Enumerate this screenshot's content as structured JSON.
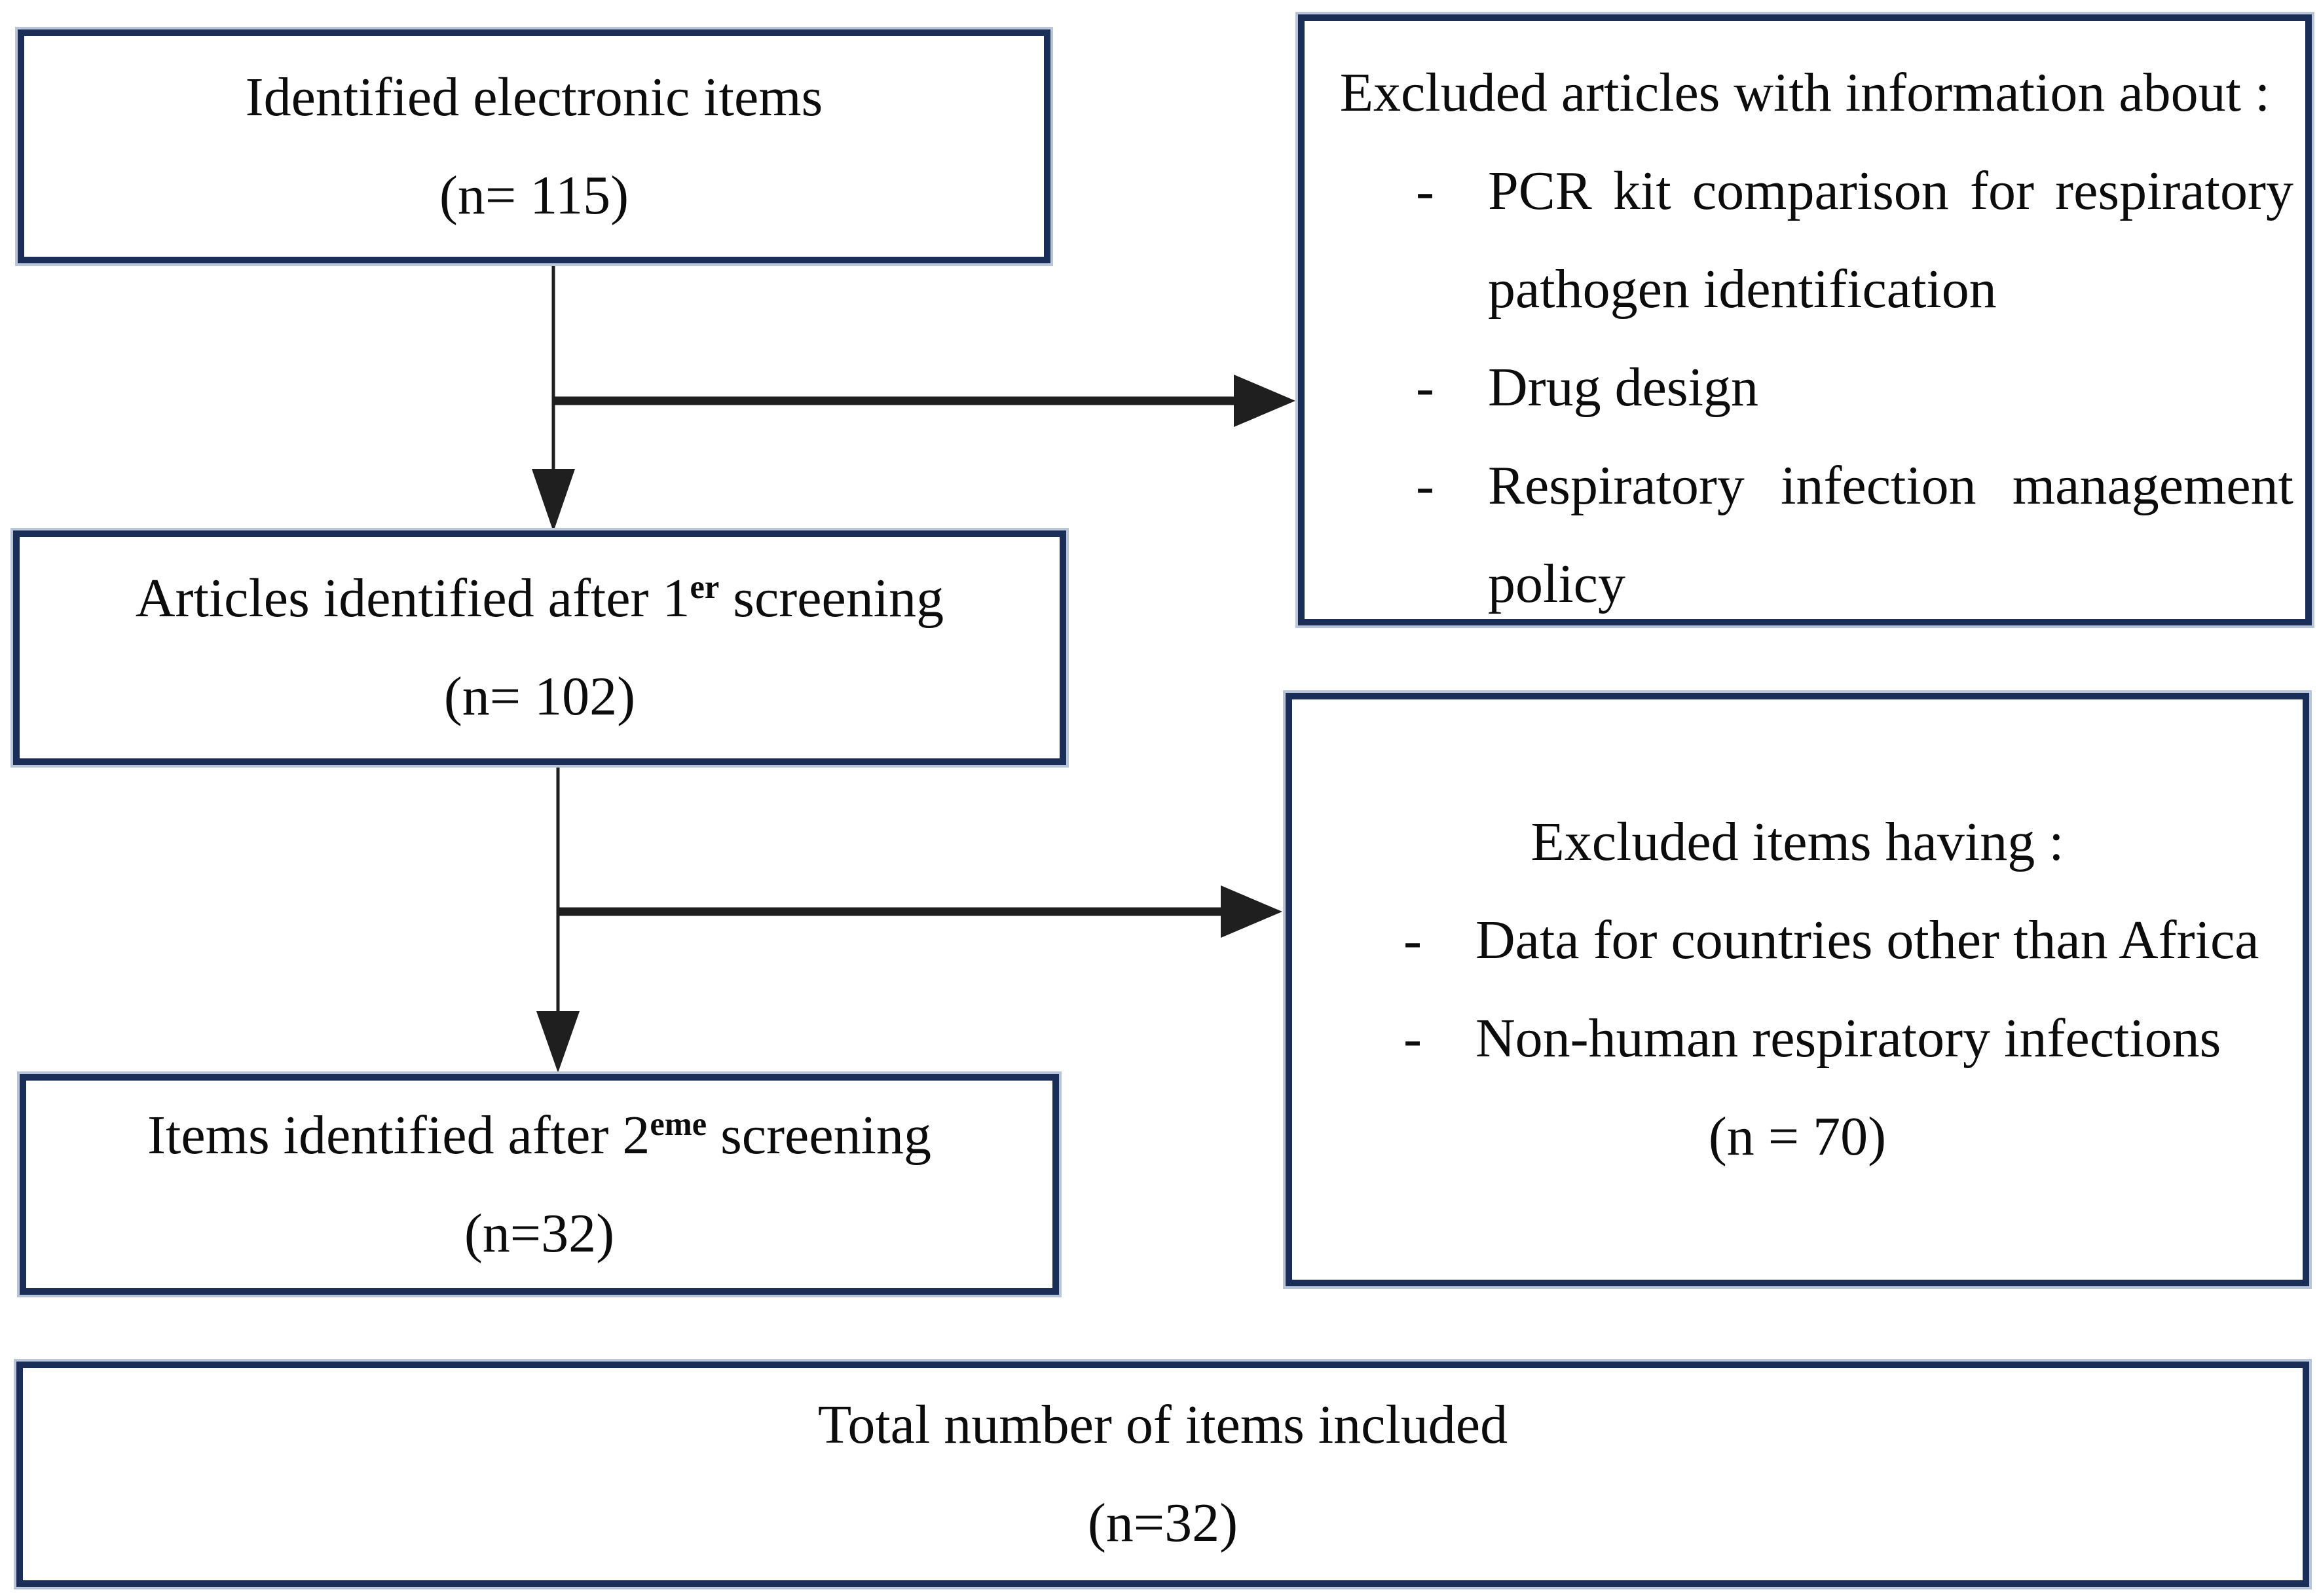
{
  "figure": {
    "description": "Study selection flow diagram",
    "colors": {
      "border": "#1a2e57",
      "halo": "#b9c6d9",
      "ink": "#0c0c0c",
      "arrow": "#1f1f1f",
      "paper": "#ffffff"
    }
  },
  "boxes": {
    "identified": {
      "line1": "Identified electronic items",
      "line2": "(n= 115)"
    },
    "excluded1": {
      "heading": "Excluded articles with information about :",
      "bullets": [
        {
          "marker": "-",
          "lines": [
            "PCR kit comparison for respiratory",
            "pathogen identification"
          ]
        },
        {
          "marker": "-",
          "lines": [
            "Drug design"
          ]
        },
        {
          "marker": "-",
          "lines": [
            "Respiratory infection management",
            "policy"
          ]
        }
      ]
    },
    "screen1": {
      "line1_pre": "Articles identified after 1",
      "line1_sup": "er",
      "line1_post": " screening",
      "line2": "(n= 102)"
    },
    "excluded2": {
      "heading": "Excluded items having :",
      "bullets": [
        {
          "marker": "-",
          "lines": [
            "Data for countries other than Africa"
          ]
        },
        {
          "marker": "-",
          "lines": [
            "Non-human respiratory infections"
          ]
        }
      ],
      "count": "(n = 70)"
    },
    "screen2": {
      "line1_pre": "Items identified after 2",
      "line1_sup": "eme",
      "line1_post": " screening",
      "line2": "(n=32)"
    },
    "total": {
      "line1": "Total number of items included",
      "line2": "(n=32)"
    }
  }
}
